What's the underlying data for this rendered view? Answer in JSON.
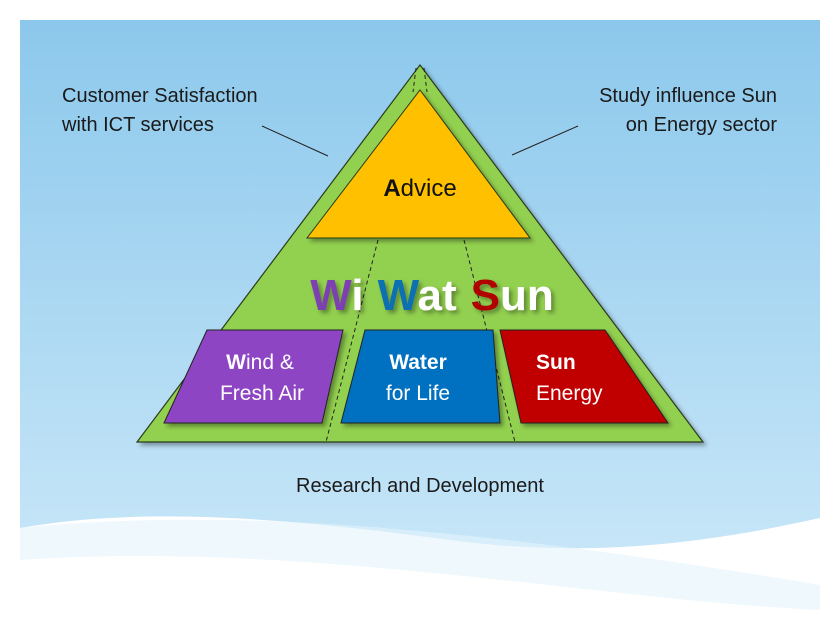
{
  "diagram": {
    "top_left_note": [
      "Customer Satisfaction",
      "with ICT services"
    ],
    "top_right_note": [
      "Study influence Sun",
      "on Energy sector"
    ],
    "apex": {
      "first": "A",
      "rest": "dvice"
    },
    "brand": [
      {
        "first": "W",
        "rest": "i",
        "color": "#7c3fb0"
      },
      {
        "first": "W",
        "rest": "at",
        "color": "#0a70b0"
      },
      {
        "first": "S",
        "rest": "un",
        "color": "#b00000"
      }
    ],
    "pillars": [
      {
        "line1_first": "W",
        "line1_rest": "ind &",
        "line2": "Fresh Air",
        "color": "#8e44c4"
      },
      {
        "line1_first": "W",
        "line1_rest": "ater",
        "line2": "for Life",
        "color": "#0070c0"
      },
      {
        "line1_first": "S",
        "line1_rest": "un",
        "line2": "Energy",
        "color": "#c00000"
      }
    ],
    "base_label": "Research and Development",
    "colors": {
      "pyramid": "#92d050",
      "apex": "#ffc000"
    }
  }
}
